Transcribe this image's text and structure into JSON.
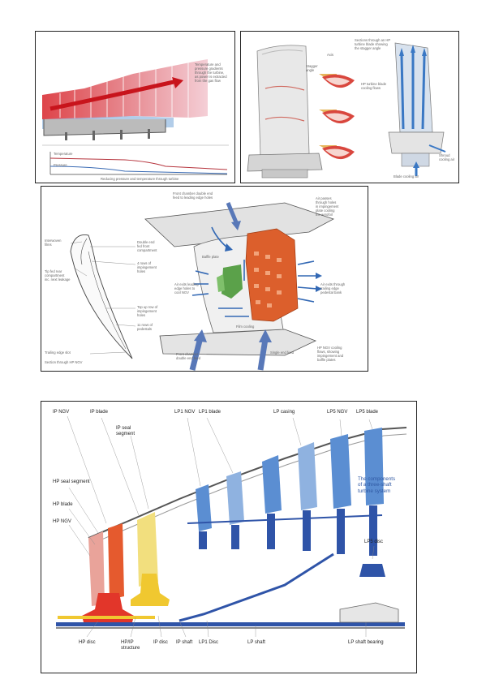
{
  "panel1": {
    "note": "Temperature and pressure gradients\nthrough the turbine,\nas power is extracted\nfrom the gas flow",
    "legend_temperature": "Temperature",
    "legend_pressure": "Pressure",
    "caption": "Reducing pressure and temperature through turbine"
  },
  "panel2": {
    "top_note": "Sections through an HP\nturbine blade showing\nthe stagger angle",
    "axis_label": "Axis",
    "stagger_label": "Stagger\nangle",
    "cooling_flows_label": "HP turbine blade\ncooling flows",
    "shroud_label": "Shroud\ncooling air",
    "blade_cooling_label": "Blade cooling air"
  },
  "panel3": {
    "front_chamber_top": "Front chamber double end\nfeed to leading edge holes",
    "air_passes": "Air passes\nthrough holes\nin impingement\nplate cooling\nthe aerofoil",
    "interwoven": "Interwoven\nfilms",
    "double_end": "Double end\nfed front\ncompartment",
    "four_rows": "4 rows of\nimpingement\nholes",
    "baffle_plate": "Baffle plate",
    "tip_fed": "Tip fed rear\ncompartment\ninc. next leakage",
    "top_up": "Top up row of\nimpingement\nholes",
    "eleven_rows": "11 rows of\npedestals",
    "trailing_edge_slot": "Trailing edge slot",
    "section_caption": "Section through HP NGV",
    "air_exits_leading": "Air exits leading\nedge holes to\ncool NGV",
    "air_exits_trailing": "Air exits through\ntrailing edge\npedestal bank",
    "film_cooling": "Film cooling",
    "front_chamber_bottom": "Front chamber\ndouble end feed",
    "single_end_feed": "Single end feed",
    "ngv_caption": "HP NGV cooling\nflows, showing\nimpingement and\nbaffle plates"
  },
  "panel4": {
    "ip_ngv": "IP NGV",
    "ip_blade": "IP blade",
    "ip_seal_segment": "IP seal\nsegment",
    "lp1_ngv": "LP1 NGV",
    "lp1_blade": "LP1 blade",
    "lp_casing": "LP casing",
    "lp5_ngv": "LP5 NGV",
    "lp5_blade": "LP5 blade",
    "hp_seal_segment": "HP seal segment",
    "hp_blade": "HP blade",
    "hp_ngv": "HP NGV",
    "lp5_disc": "LP5 disc",
    "caption": "The components\nof a three-shaft\nturbine system",
    "hp_disc": "HP disc",
    "hp_ip_structure": "HP/IP\nstructure",
    "ip_disc": "IP disc",
    "ip_shaft": "IP shaft",
    "lp1_disc": "LP1 Disc",
    "lp_shaft": "LP shaft",
    "lp_shaft_bearing": "LP shaft bearing"
  }
}
